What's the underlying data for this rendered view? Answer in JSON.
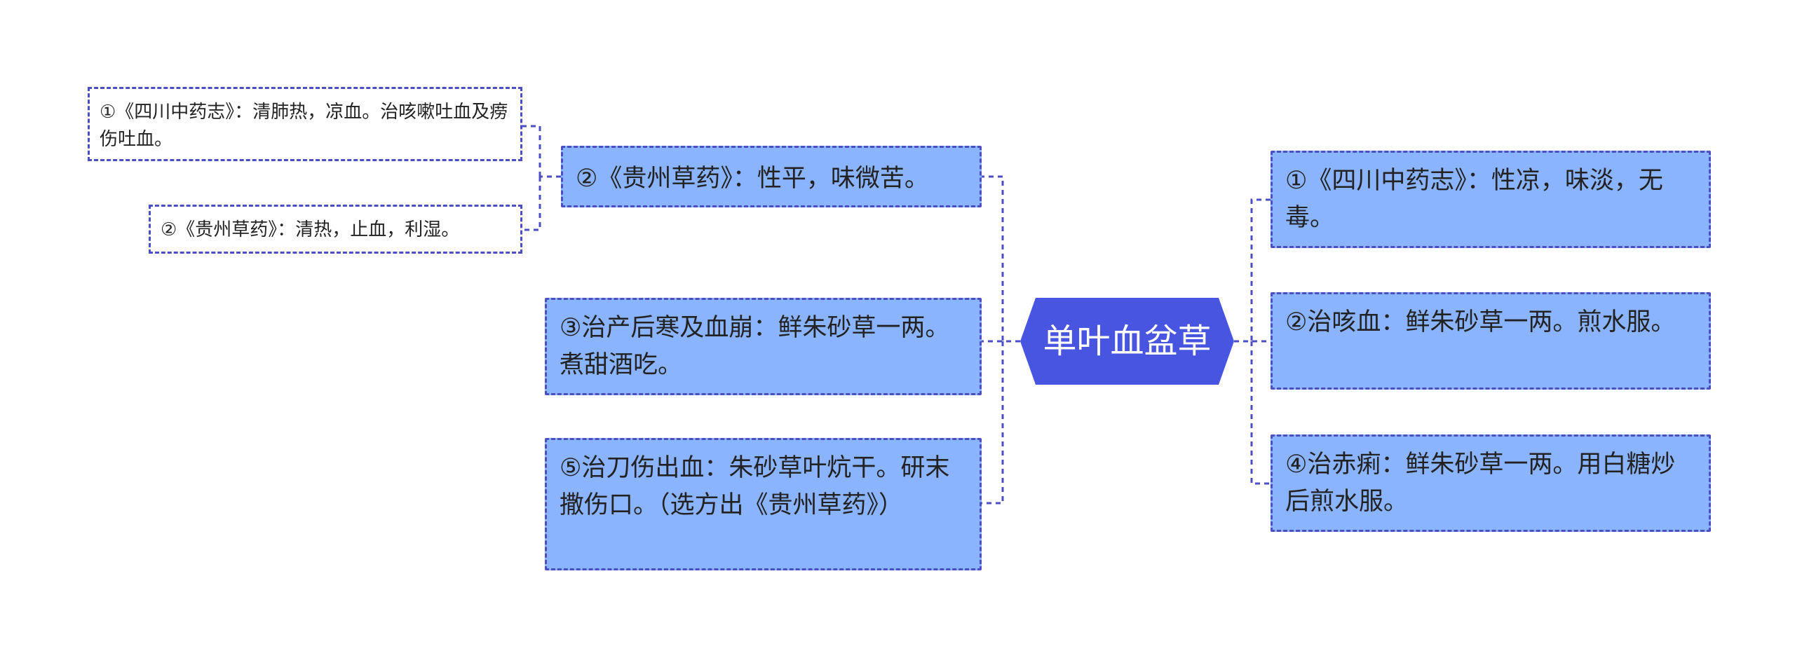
{
  "colors": {
    "root_fill": "#4855E0",
    "root_text": "#FFFFFF",
    "node_fill": "#8BB4FF",
    "line": "#4B4EC4",
    "plain_fill": "#FFFFFF"
  },
  "root": {
    "label": "单叶血盆草"
  },
  "left": [
    {
      "text": "②《贵州草药》：性平，味微苦。",
      "children": [
        {
          "text": "①《四川中药志》：清肺热，凉血。治咳嗽吐血及痨伤吐血。"
        },
        {
          "text": "②《贵州草药》：清热，止血，利湿。"
        }
      ]
    },
    {
      "text": "③治产后寒及血崩：鲜朱砂草一两。煮甜酒吃。"
    },
    {
      "text": "⑤治刀伤出血：朱砂草叶炕干。研末撒伤口。（选方出《贵州草药》）"
    }
  ],
  "right": [
    {
      "text": "①《四川中药志》：性凉，味淡，无毒。"
    },
    {
      "text": "②治咳血：鲜朱砂草一两。煎水服。"
    },
    {
      "text": "④治赤痢：鲜朱砂草一两。用白糖炒后煎水服。"
    }
  ]
}
